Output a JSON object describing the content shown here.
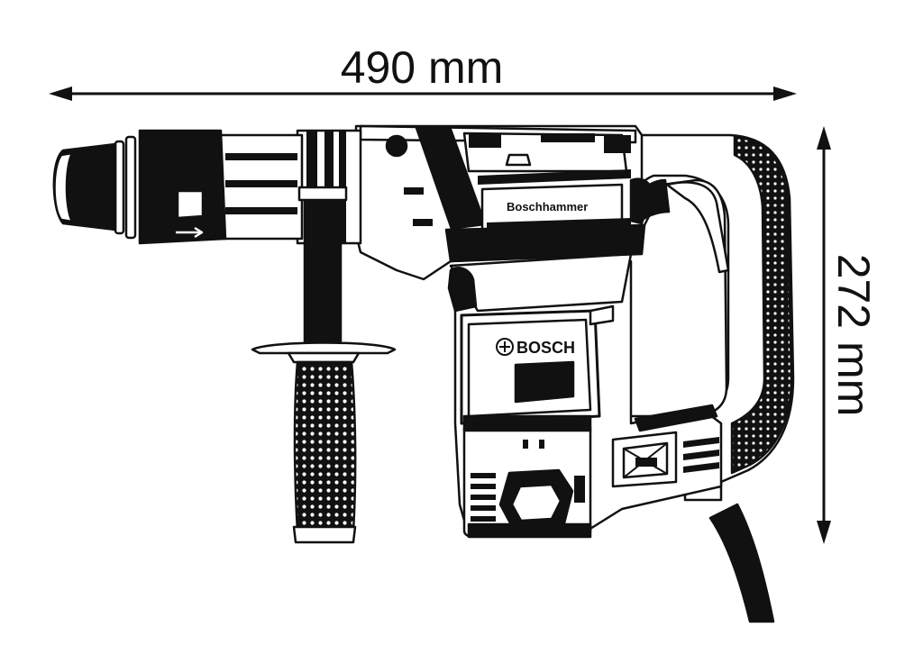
{
  "dimensions": {
    "width_label": "490 mm",
    "height_label": "272 mm"
  },
  "tool": {
    "brand": "BOSCH",
    "model_label": "Boschhammer"
  },
  "colors": {
    "line": "#111111",
    "fill": "#ffffff"
  }
}
